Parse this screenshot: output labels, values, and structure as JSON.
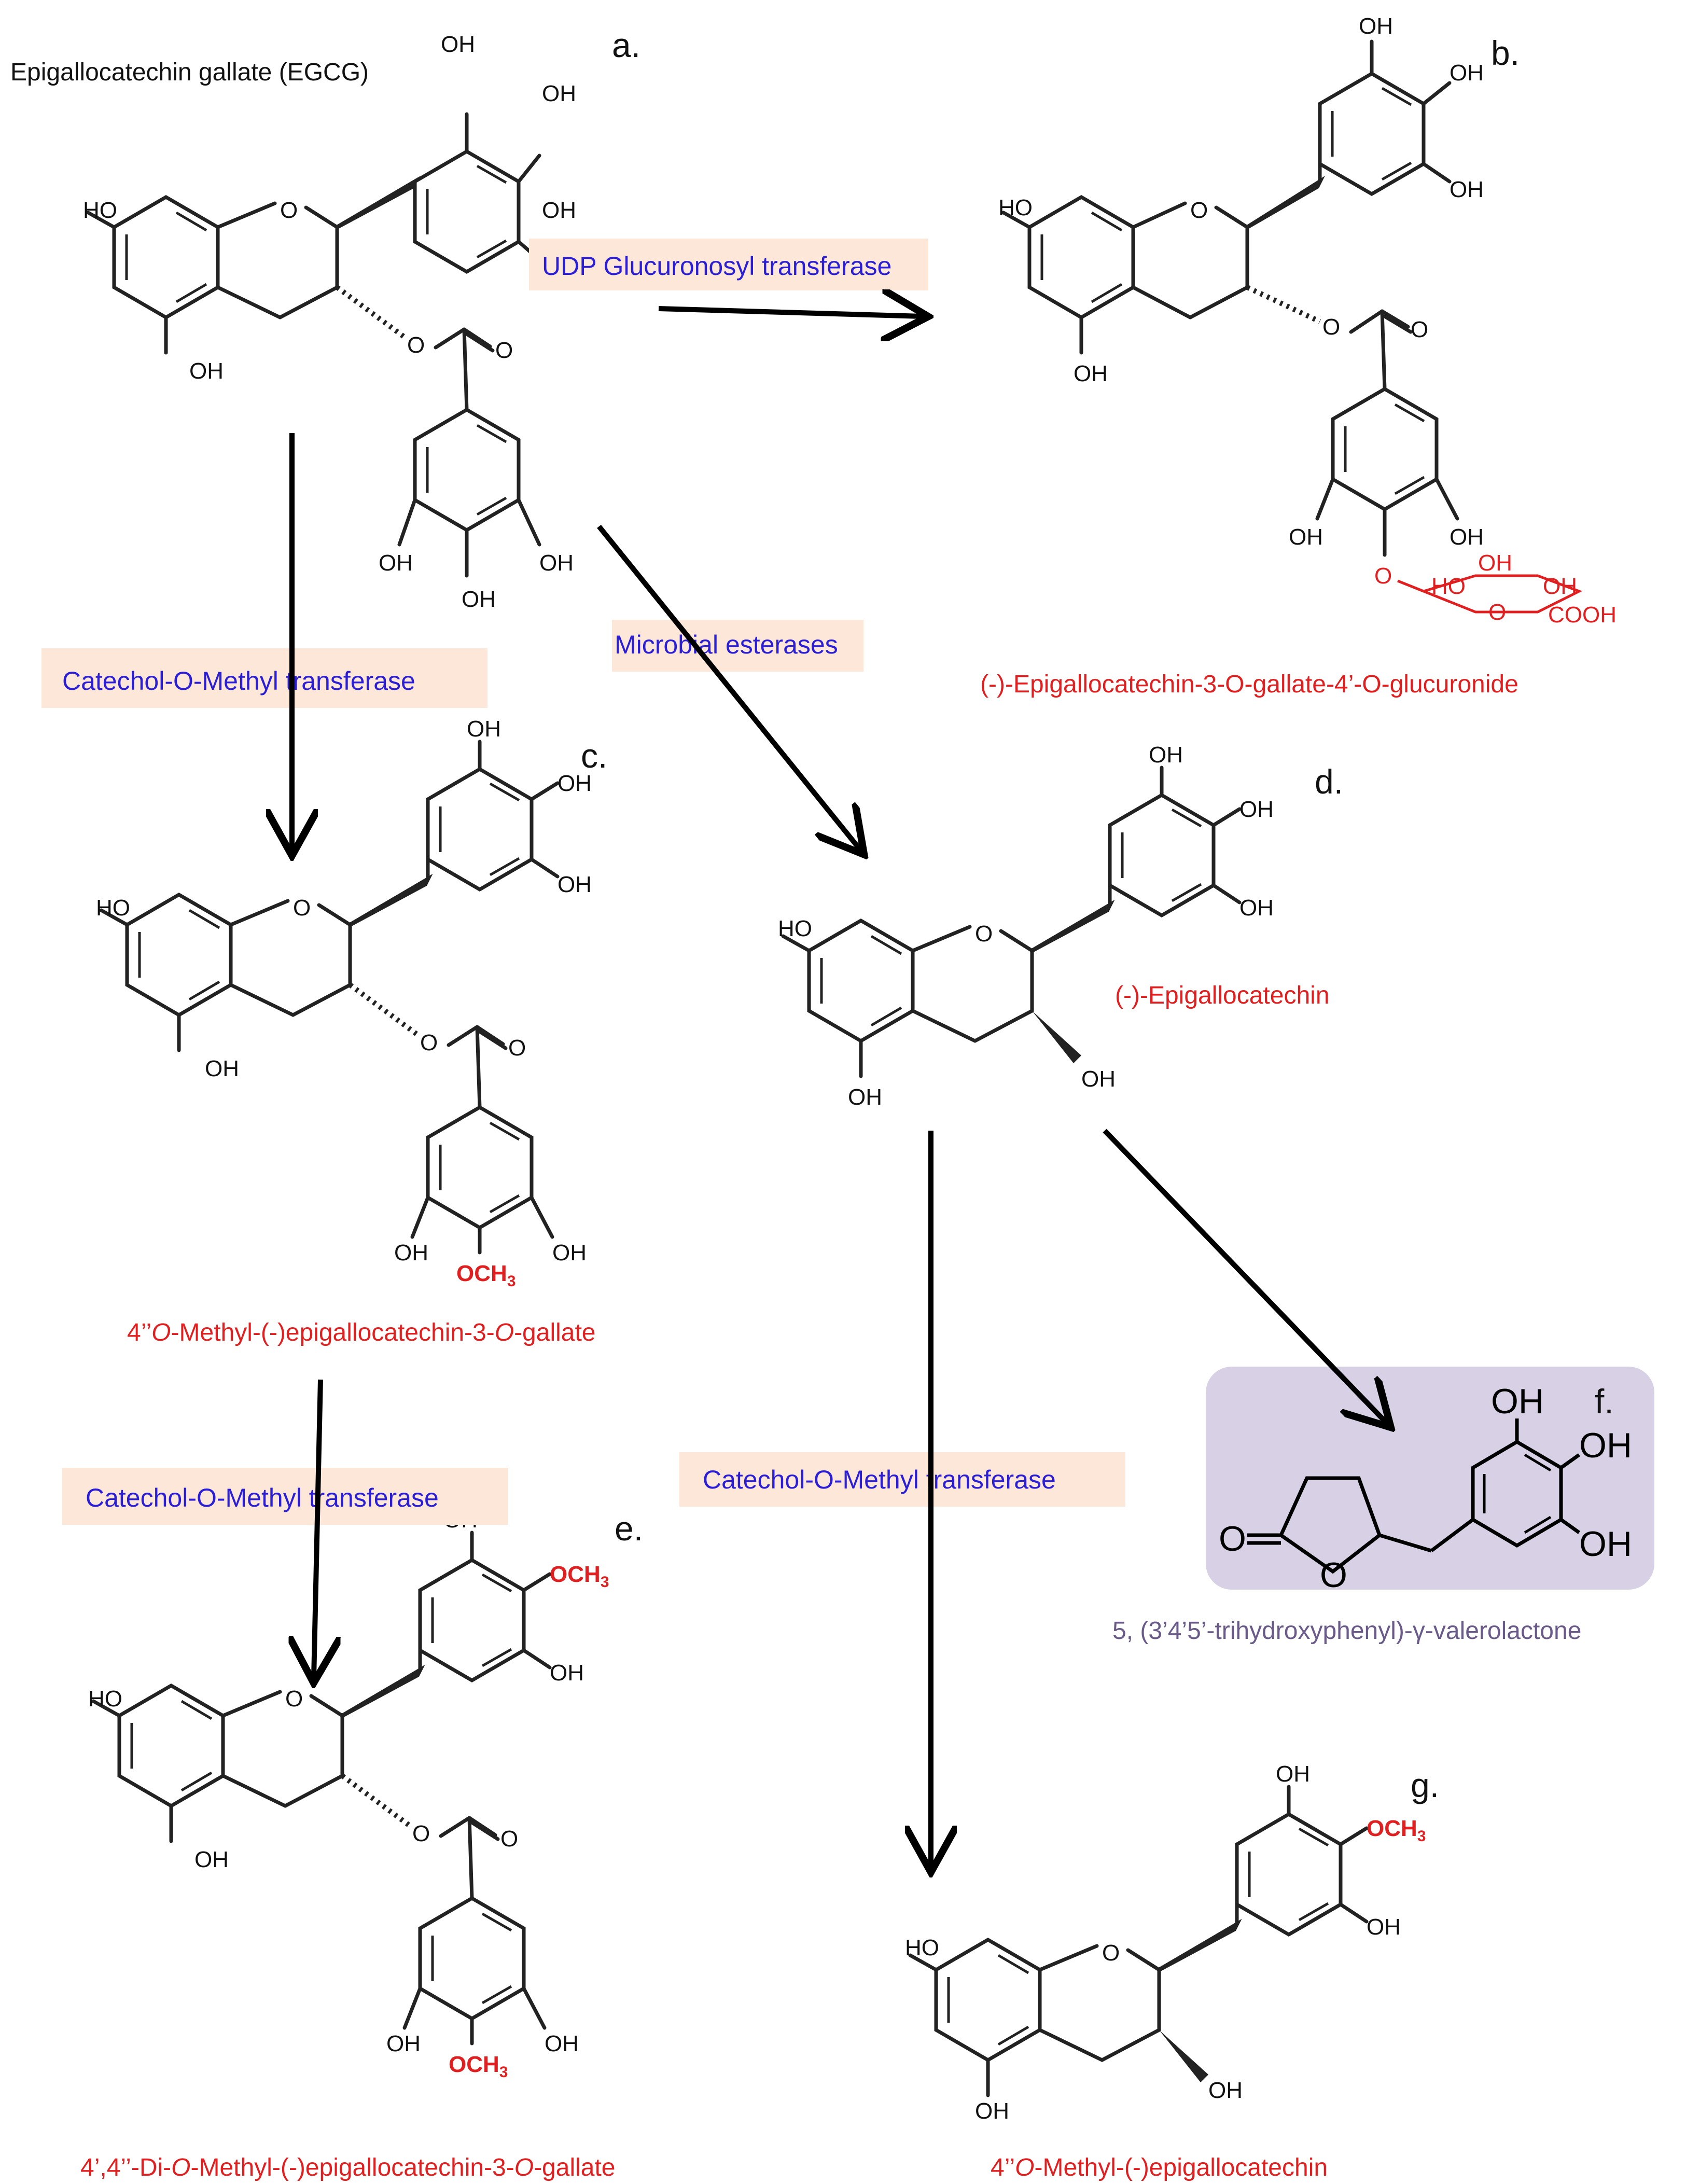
{
  "colors": {
    "enzyme_text": "#2a1fd6",
    "enzyme_box": "#fde7d9",
    "product_name": "#e02020",
    "lactone_box": "#d8d0e4",
    "lactone_name": "#6a5a8a",
    "bonds": "#222222"
  },
  "compounds": {
    "a": {
      "letter": "a.",
      "name": "Epigallocatechin gallate (EGCG)"
    },
    "b": {
      "letter": "b.",
      "name": "(-)-Epigallocatechin-3-O-gallate-4’-O-glucuronide"
    },
    "c": {
      "letter": "c.",
      "name_parts": [
        "4’’",
        "O",
        "-Methyl-(-)epigallocatechin-3-",
        "O",
        "-gallate"
      ]
    },
    "d": {
      "letter": "d.",
      "name": "(-)-Epigallocatechin"
    },
    "e": {
      "letter": "e.",
      "name_parts": [
        "4’,4’’-Di-",
        "O",
        "-Methyl-(-)epigallocatechin-3-",
        "O",
        "-gallate"
      ]
    },
    "f": {
      "letter": "f.",
      "name": "5, (3’4’5’-trihydroxyphenyl)-γ-valerolactone"
    },
    "g": {
      "letter": "g.",
      "name_parts": [
        "4’’",
        "O",
        "-Methyl-(-)epigallocatechin"
      ]
    }
  },
  "enzymes": {
    "ugt": "UDP Glucuronosyl transferase",
    "comt_1": "Catechol-O-Methyl transferase",
    "esterases": "Microbial esterases",
    "comt_2": "Catechol-O-Methyl transferase",
    "comt_3": "Catechol-O-Methyl transferase"
  },
  "atoms": {
    "oh": "OH",
    "ho": "HO",
    "o": "O",
    "och3": "OCH",
    "sub3": "3",
    "cooh": "COOH"
  }
}
